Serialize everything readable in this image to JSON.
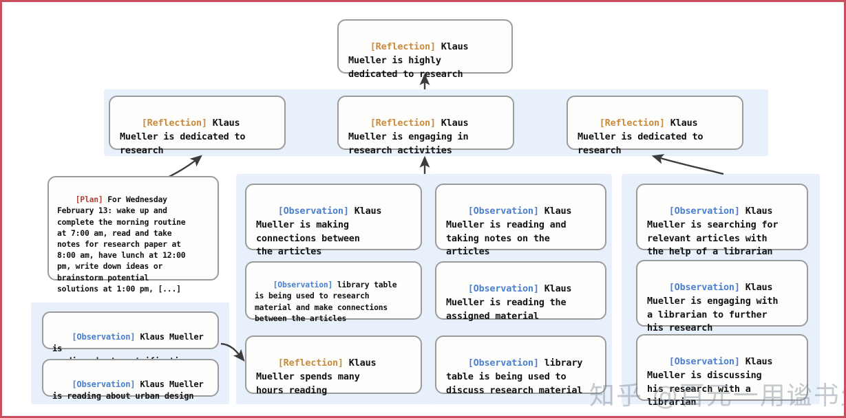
{
  "diagram": {
    "title_node": {
      "tag": "[Reflection]",
      "tag_type": "reflection",
      "text": " Klaus\nMueller is highly\ndedicated to research"
    },
    "mid_nodes": [
      {
        "tag": "[Reflection]",
        "tag_type": "reflection",
        "text": " Klaus\nMueller is dedicated to\nresearch"
      },
      {
        "tag": "[Reflection]",
        "tag_type": "reflection",
        "text": " Klaus\nMueller is engaging in\nresearch activities"
      },
      {
        "tag": "[Reflection]",
        "tag_type": "reflection",
        "text": " Klaus\nMueller is dedicated to\nresearch"
      }
    ],
    "plan_node": {
      "tag": "[Plan]",
      "tag_type": "plan",
      "text": " For Wednesday\nFebruary 13: wake up and\ncomplete the morning routine\nat 7:00 am, read and take\nnotes for research paper at\n8:00 am, have lunch at 12:00\npm, write down ideas or\nbrainstorm potential\nsolutions at 1:00 pm, [...]"
    },
    "bottom_left_nodes": [
      {
        "tag": "[Observation]",
        "tag_type": "observation",
        "text": " Klaus Mueller is\nreading about gentrification"
      },
      {
        "tag": "[Observation]",
        "tag_type": "observation",
        "text": " Klaus Mueller\nis reading about urban design"
      }
    ],
    "column_one": [
      {
        "tag": "[Observation]",
        "tag_type": "observation",
        "text": " Klaus\nMueller is making\nconnections between\nthe articles"
      },
      {
        "tag": "[Observation]",
        "tag_type": "observation",
        "text": " library table\nis being used to research\nmaterial and make connections\nbetween the articles"
      },
      {
        "tag": "[Reflection]",
        "tag_type": "reflection",
        "text": " Klaus\nMueller spends many\nhours reading"
      }
    ],
    "column_two": [
      {
        "tag": "[Observation]",
        "tag_type": "observation",
        "text": " Klaus\nMueller is reading and\ntaking notes on the\narticles"
      },
      {
        "tag": "[Observation]",
        "tag_type": "observation",
        "text": " Klaus\nMueller is reading the\nassigned material"
      },
      {
        "tag": "[Observation]",
        "tag_type": "observation",
        "text": " library\ntable is being used to\ndiscuss research material"
      }
    ],
    "column_three": [
      {
        "tag": "[Observation]",
        "tag_type": "observation",
        "text": " Klaus\nMueller is searching for\nrelevant articles with\nthe help of a librarian"
      },
      {
        "tag": "[Observation]",
        "tag_type": "observation",
        "text": " Klaus\nMueller is engaging with\na librarian to further\nhis research"
      },
      {
        "tag": "[Observation]",
        "tag_type": "observation",
        "text": " Klaus\nMueller is discussing\nhis research with a\nlibrarian"
      }
    ],
    "watermark": "知乎 @百元一用谧书生",
    "colors": {
      "panel_background": "#e8f0fb",
      "node_border": "#9a9a9a",
      "reflection_tag": "#c98a3c",
      "observation_tag": "#4a7fd0",
      "plan_tag": "#b3403a",
      "arrow": "#3c3c3c",
      "frame_border": "#c94f5e"
    }
  }
}
